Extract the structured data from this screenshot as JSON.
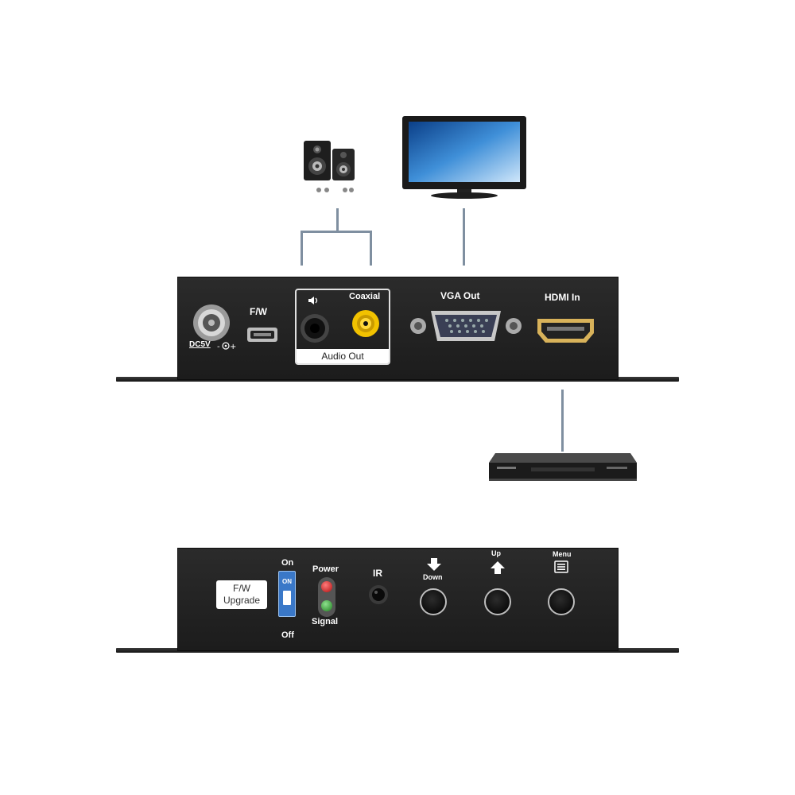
{
  "rear_panel": {
    "dc_label": "DC5V",
    "fw_port_label": "F/W",
    "coaxial_label": "Coaxial",
    "audio_out_label": "Audio Out",
    "vga_out_label": "VGA Out",
    "hdmi_in_label": "HDMI In"
  },
  "front_panel": {
    "fw_upgrade_label_line1": "F/W",
    "fw_upgrade_label_line2": "Upgrade",
    "switch_on_label": "On",
    "switch_off_label": "Off",
    "switch_text": "ON",
    "power_label": "Power",
    "signal_label": "Signal",
    "ir_label": "IR",
    "down_label": "Down",
    "up_label": "Up",
    "menu_label": "Menu"
  },
  "colors": {
    "panel": "#222222",
    "connector_line": "#7f8fa0",
    "coaxial_port": "#f2c200",
    "power_led": "#cc2020",
    "signal_led": "#2a9a2a",
    "switch": "#3a78c8"
  }
}
